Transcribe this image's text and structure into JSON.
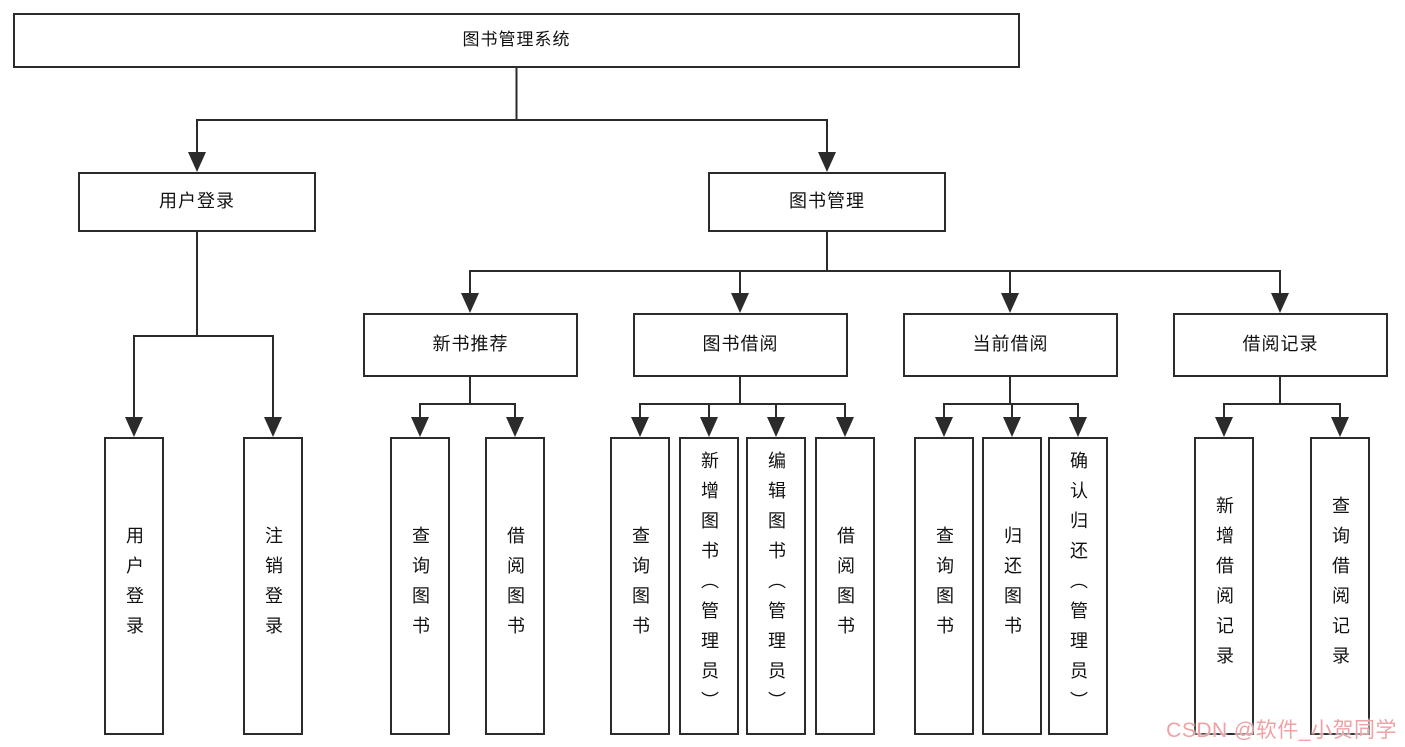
{
  "tree": {
    "root": "图书管理系统",
    "level2": [
      {
        "label": "用户登录",
        "children": [
          "用户登录",
          "注销登录"
        ]
      },
      {
        "label": "图书管理",
        "children": [
          {
            "label": "新书推荐",
            "children": [
              "查询图书",
              "借阅图书"
            ]
          },
          {
            "label": "图书借阅",
            "children": [
              "查询图书",
              "新增图书（管理员）",
              "编辑图书（管理员）",
              "借阅图书"
            ]
          },
          {
            "label": "当前借阅",
            "children": [
              "查询图书",
              "归还图书",
              "确认归还（管理员）"
            ]
          },
          {
            "label": "借阅记录",
            "children": [
              "新增借阅记录",
              "查询借阅记录"
            ]
          }
        ]
      }
    ]
  },
  "watermark": {
    "text": "CSDN @软件_小贺同学",
    "color": "#f0a1a6"
  },
  "colors": {
    "line": "#2b2b2b",
    "box_border": "#2b2b2b",
    "background": "#ffffff",
    "text": "#111111"
  }
}
